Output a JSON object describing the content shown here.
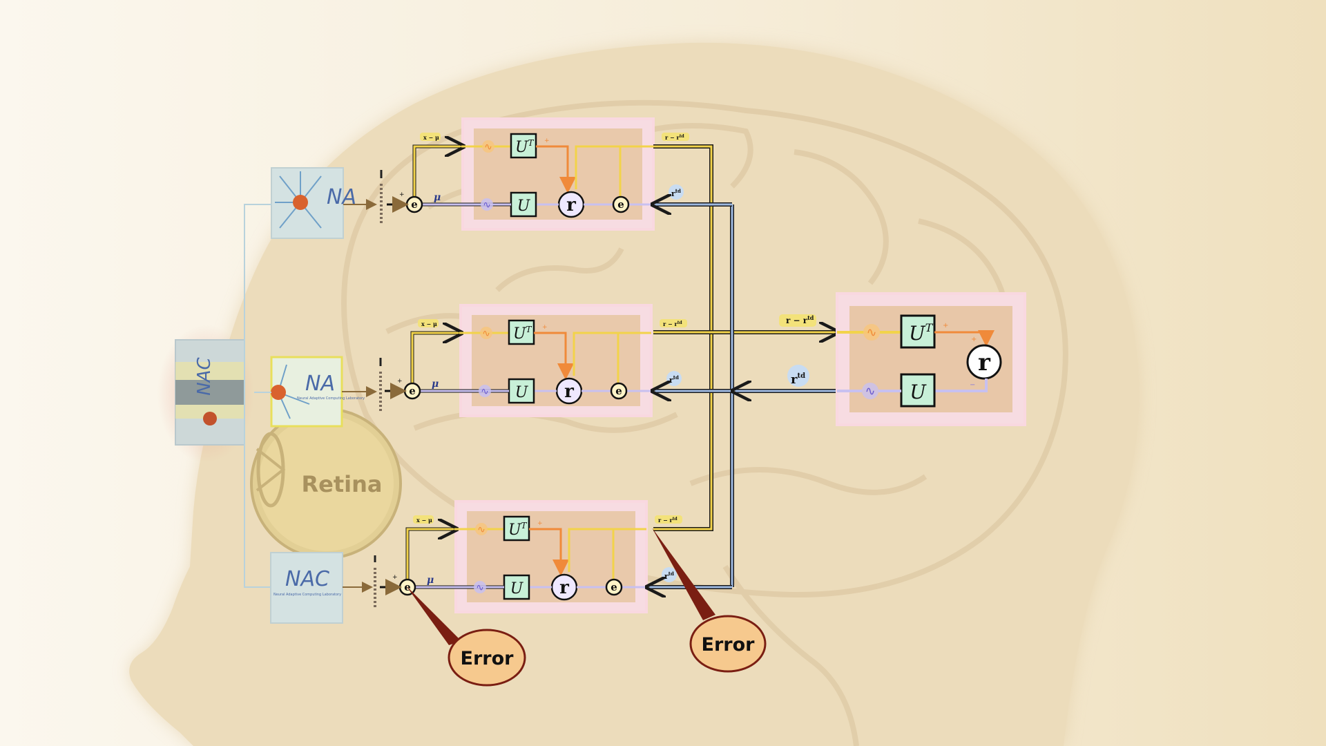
{
  "labels": {
    "retina": "Retina",
    "error_left": "Error",
    "error_right": "Error",
    "nac": "NAC",
    "nac_partial": "NA",
    "nac_sub": "Neural Adaptive Computing Laboratory"
  },
  "symbols": {
    "u_transpose": "U",
    "transpose_sup": "T",
    "u": "U",
    "r": "r",
    "e": "e",
    "mu": "μ",
    "x_minus_mu": "x − μ",
    "r_minus_rtd": "r − r",
    "rtd": "r",
    "td_sup": "td",
    "plus": "+",
    "minus": "−",
    "wave": "∿"
  },
  "colors": {
    "background_left": "#fbf7ee",
    "background_right": "#efe0be",
    "head": "#ead8b6",
    "module_frame": "#f9d8e0",
    "yellow_path": "#f2d34a",
    "blue_path": "#9db8e0",
    "orange_path": "#f08a3a",
    "lavender_path": "#c8c0f0",
    "green_box": "#c8f0d8",
    "error_bubble": "#f6c98e",
    "error_border": "#7a1e12"
  }
}
